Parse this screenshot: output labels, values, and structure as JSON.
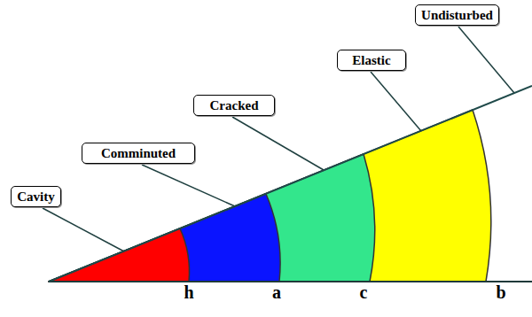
{
  "diagram": {
    "nodes": [
      {
        "text": [
          "Cavity"
        ]
      },
      {
        "text": [
          "Comminuted"
        ]
      },
      {
        "text": [
          "Cracked"
        ]
      },
      {
        "text": [
          "Elastic"
        ]
      },
      {
        "text": [
          "Undisturbed"
        ]
      }
    ],
    "labels": [
      "h",
      "a",
      "c",
      "b"
    ]
  }
}
